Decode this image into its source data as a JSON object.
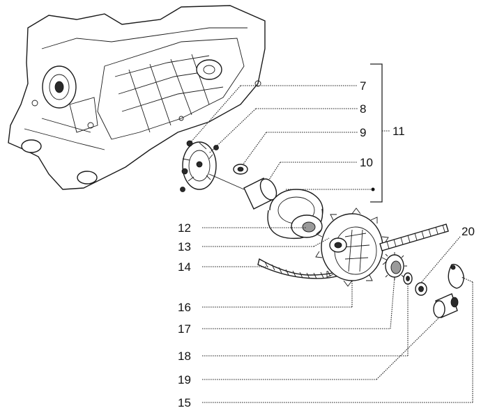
{
  "labels": {
    "p7": "7",
    "p8": "8",
    "p9": "9",
    "p10": "10",
    "p11": "11",
    "p12": "12",
    "p13": "13",
    "p14": "14",
    "p15": "15",
    "p16": "16",
    "p17": "17",
    "p18": "18",
    "p19": "19",
    "p20": "20"
  }
}
